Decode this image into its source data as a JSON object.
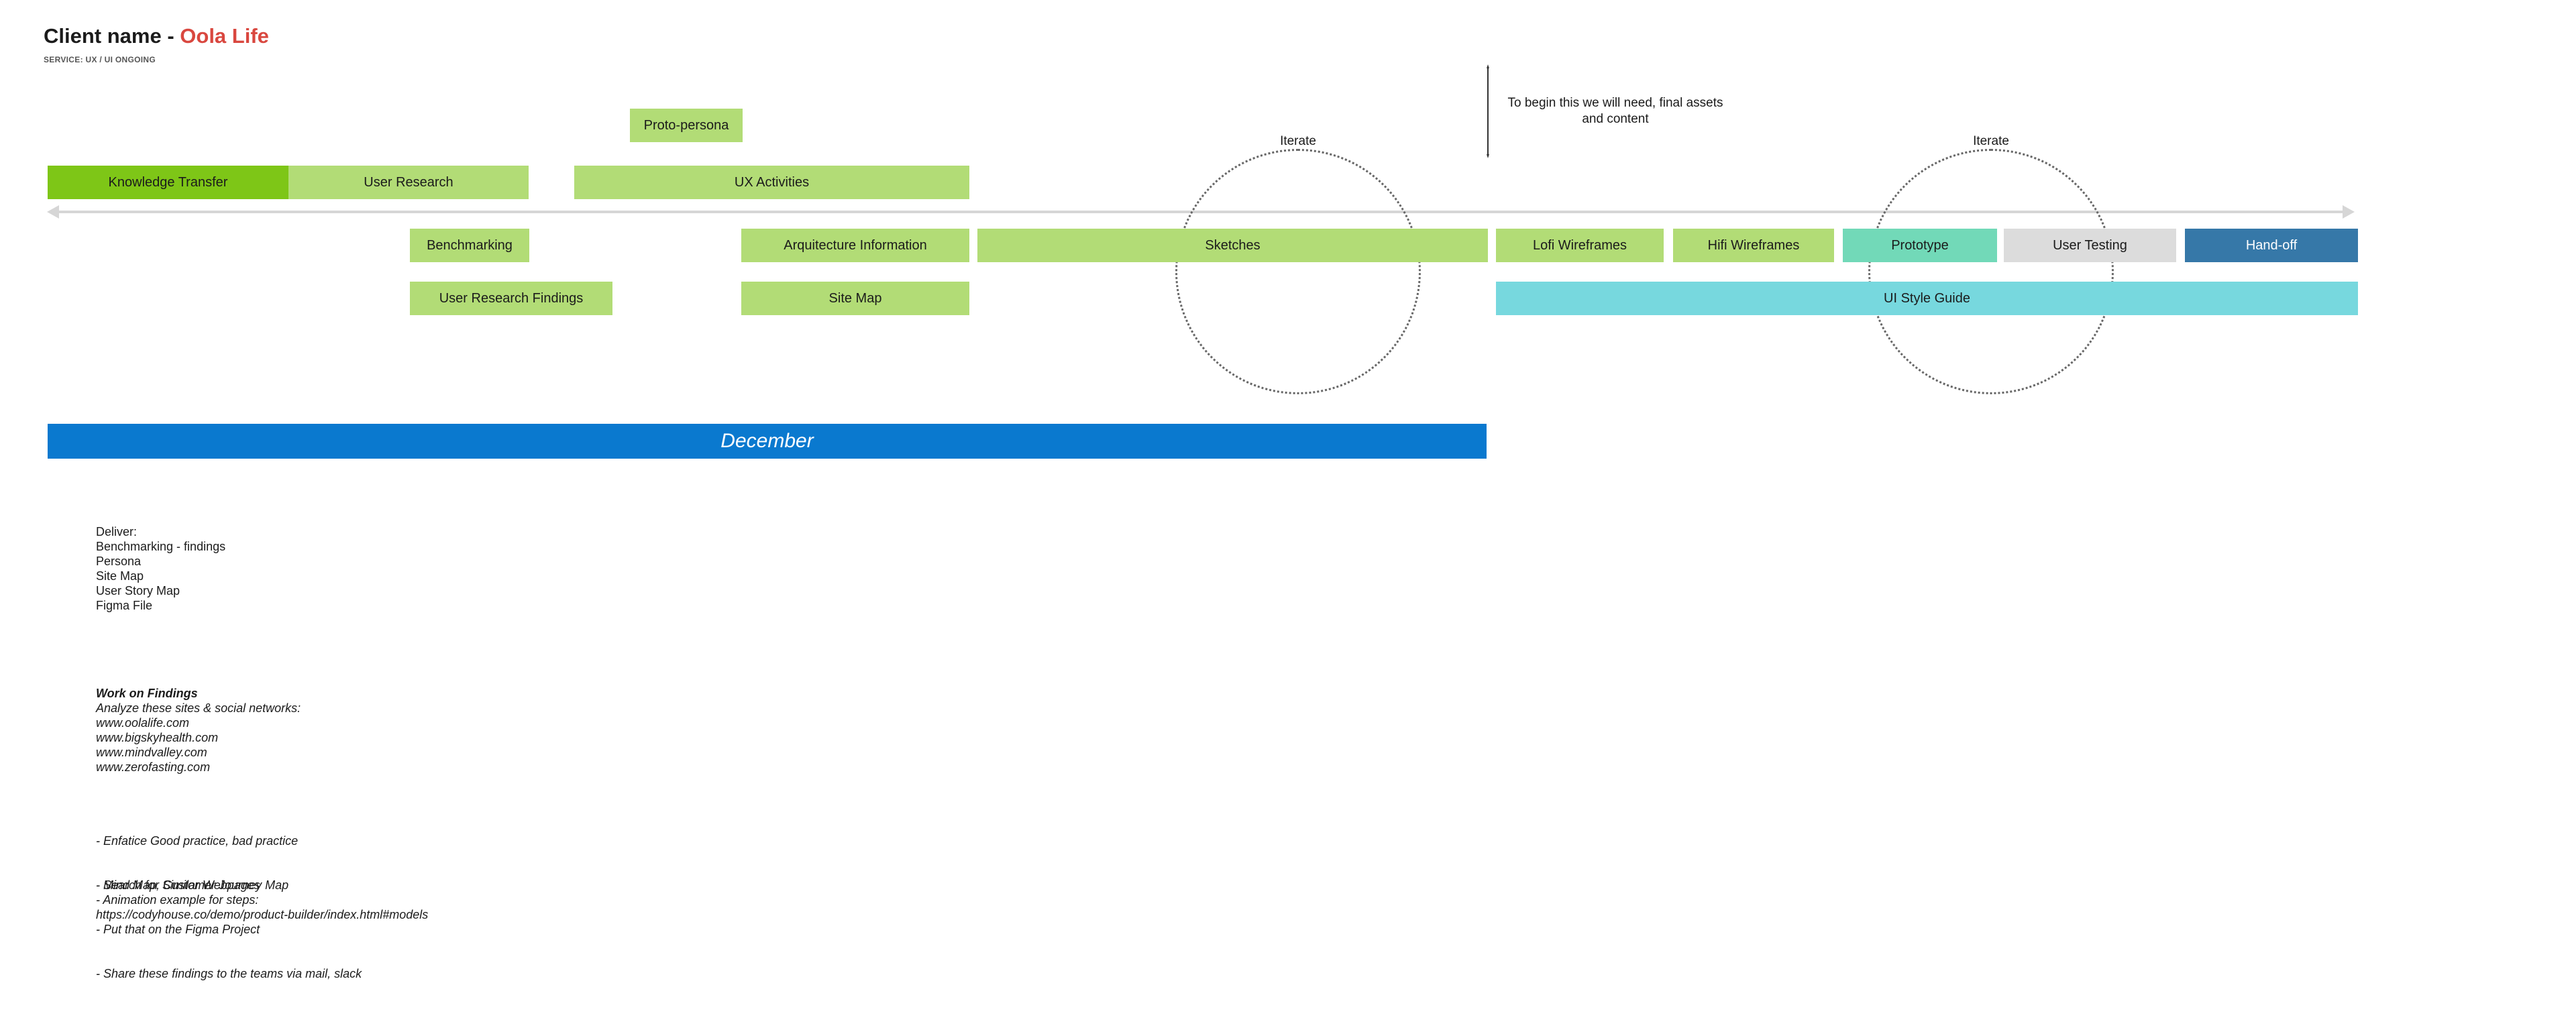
{
  "header": {
    "prefix": "Client name - ",
    "client": "Oola Life",
    "service": "SERVICE: UX / UI ONGOING"
  },
  "top_row": {
    "proto_persona": "Proto-persona",
    "knowledge_transfer": "Knowledge Transfer",
    "user_research": "User Research",
    "ux_activities": "UX Activities"
  },
  "lane1": {
    "benchmarking": "Benchmarking",
    "arquitecture": "Arquitecture Information",
    "sketches": "Sketches",
    "lofi": "Lofi Wireframes",
    "hifi": "Hifi Wireframes",
    "prototype": "Prototype",
    "user_testing": "User Testing",
    "handoff": "Hand-off"
  },
  "lane2": {
    "findings": "User Research Findings",
    "site_map": "Site Map",
    "style_guide": "UI Style Guide"
  },
  "iterate1": "Iterate",
  "iterate2": "Iterate",
  "note": "To begin this we will need, final assets and content",
  "month": "December",
  "deliver": [
    "Deliver:",
    "Benchmarking - findings",
    "Persona",
    "Site Map",
    "User Story Map",
    "Figma File"
  ],
  "findings": {
    "heading": "Work on Findings",
    "lines": [
      "Analyze these sites & social networks:",
      "www.oolalife.com",
      "www.bigskyhealth.com",
      "www.mindvalley.com",
      "www.zerofasting.com"
    ]
  },
  "tasks": [
    " - Enfatice Good practice, bad practice",
    " - Search for Similar Webpages",
    " - Put that on the Figma Project",
    " - Share these findings to the teams via mail, slack"
  ],
  "extra": [
    "- Mind Map, Customer Journey Map",
    "- Animation example for steps:",
    "https://codyhouse.co/demo/product-builder/index.html#models"
  ],
  "colors": {
    "light_green": "#b2dc76",
    "dark_green": "#7ec617",
    "teal": "#72d9b8",
    "cyan": "#77d8de",
    "grey": "#dcdcdc",
    "navy": "#3678a8",
    "month_blue": "#0a79cf",
    "client_red": "#d9473f"
  }
}
